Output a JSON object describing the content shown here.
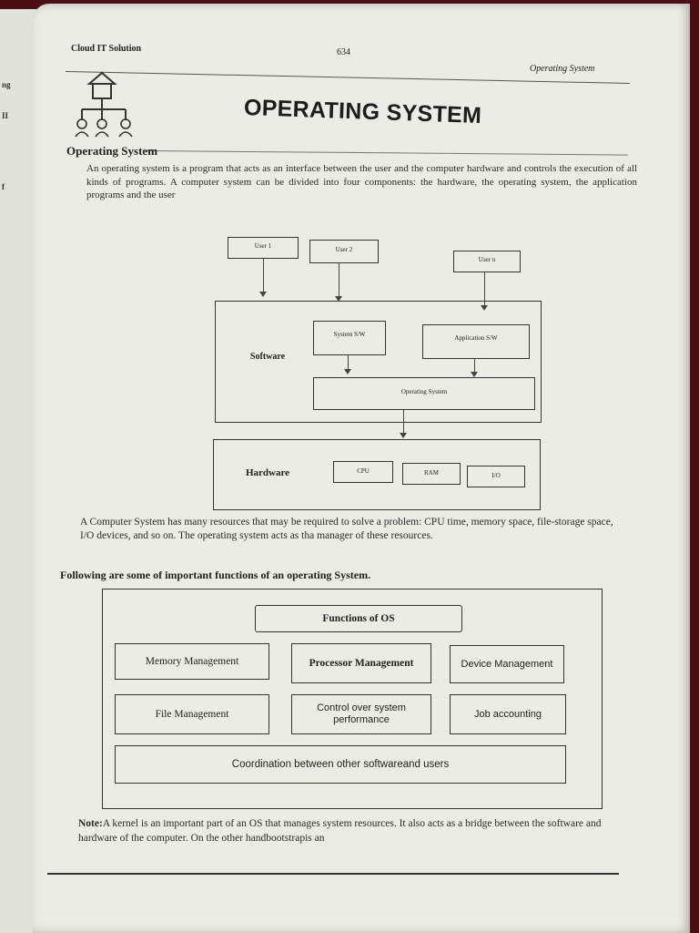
{
  "header": {
    "left": "Cloud IT Solution",
    "page_number": "634",
    "right": "Operating System"
  },
  "title": "OPERATING SYSTEM",
  "section_heading": "Operating System",
  "intro_text": "An operating system is a program that acts as an interface between the user and the computer hardware and controls the execution of all kinds of programs. A computer system can be divided into four components: the hardware, the operating system, the application programs and the user",
  "diagram1": {
    "user1": "User 1",
    "user2": "User 2",
    "usern": "User n",
    "software": "Software",
    "system_sw": "System S/W",
    "application_sw": "Application S/W",
    "operating_system": "Operating System",
    "hardware": "Hardware",
    "cpu": "CPU",
    "ram": "RAM",
    "io": "I/O"
  },
  "para2": "A Computer System has many resources that may be required to solve a problem: CPU time, memory space, file-storage space, I/O devices, and so on. The operating system acts as tha manager of these resources.",
  "following_heading": "Following are some of important functions of an operating System.",
  "functions": {
    "title": "Functions of OS",
    "memory": "Memory Management",
    "processor": "Processor Management",
    "device": "Device Management",
    "file": "File Management",
    "control": "Control over system performance",
    "job": "Job accounting",
    "coordination": "Coordination between other softwareand users"
  },
  "note": {
    "label": "Note:",
    "text": "A kernel is an important part of an OS that manages system resources. It also acts as a bridge between the software and hardware of the computer. On the other handbootstrapis an"
  },
  "prev_page_fragments": [
    "ng",
    "II",
    "f"
  ]
}
